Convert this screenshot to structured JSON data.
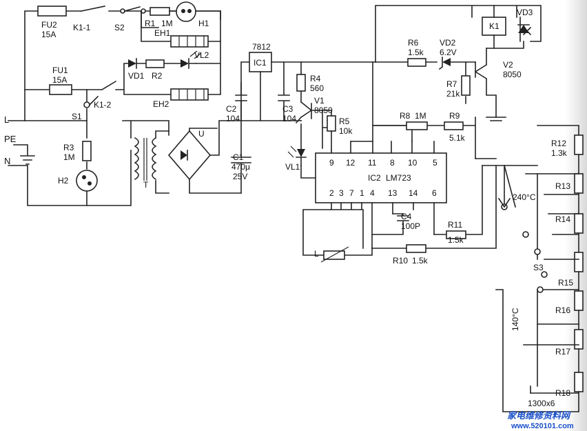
{
  "diagram": {
    "labels": {
      "FU2": "FU2",
      "FU2_rating": "15A",
      "K1_1": "K1-1",
      "S2": "S2",
      "R1": "R1",
      "R1_value": "1M",
      "EH1": "EH1",
      "H1": "H1",
      "FU1": "FU1",
      "FU1_rating": "15A",
      "VD1": "VD1",
      "R2": "R2",
      "VL2": "VL2",
      "K1_2": "K1-2",
      "EH2": "EH2",
      "S1": "S1",
      "L": "L",
      "PE": "PE",
      "N": "N",
      "R3": "R3",
      "R3_value": "1M",
      "H2": "H2",
      "T": "T",
      "U": "U",
      "IC1_part": "7812",
      "IC1": "IC1",
      "C2": "C2",
      "C2_value": "104",
      "C3": "C3",
      "C3_value": "104",
      "C1": "C1",
      "C1_value": "470μ",
      "C1_voltage": "25V",
      "R4": "R4",
      "R4_value": "560",
      "V1": "V1",
      "V1_part": "8050",
      "R5": "R5",
      "R5_value": "10k",
      "VL1": "VL1",
      "R6": "R6",
      "R6_value": "1.5k",
      "VD2": "VD2",
      "VD2_value": "6.2V",
      "V2": "V2",
      "V2_part": "8050",
      "R7": "R7",
      "R7_value": "21k",
      "K1": "K1",
      "VD3": "VD3",
      "R8": "R8",
      "R8_value": "1M",
      "R9": "R9",
      "R9_value": "5.1k",
      "IC2": "IC2",
      "IC2_part": "LM723",
      "pins_top": [
        "9",
        "12",
        "11",
        "8",
        "10",
        "5"
      ],
      "pins_bottom": [
        "2",
        "3",
        "7",
        "1",
        "4",
        "13",
        "14",
        "6"
      ],
      "C4": "C4",
      "C4_value": "100P",
      "R11": "R11",
      "R11_value": "1.5k",
      "R10": "R10",
      "R10_value": "1.5k",
      "R12": "R12",
      "R12_value": "1.3k",
      "R13": "R13",
      "R14": "R14",
      "R15": "R15",
      "R16": "R16",
      "R17": "R17",
      "R18": "R18",
      "R13_18_value": "1300x6",
      "S3": "S3",
      "temp_high": "240°C",
      "temp_low": "140°C"
    }
  },
  "watermark": {
    "title": "家电维修资料网",
    "url": "www.520101.com"
  },
  "colors": {
    "line": "#222222",
    "watermark": "#1b50c8"
  }
}
